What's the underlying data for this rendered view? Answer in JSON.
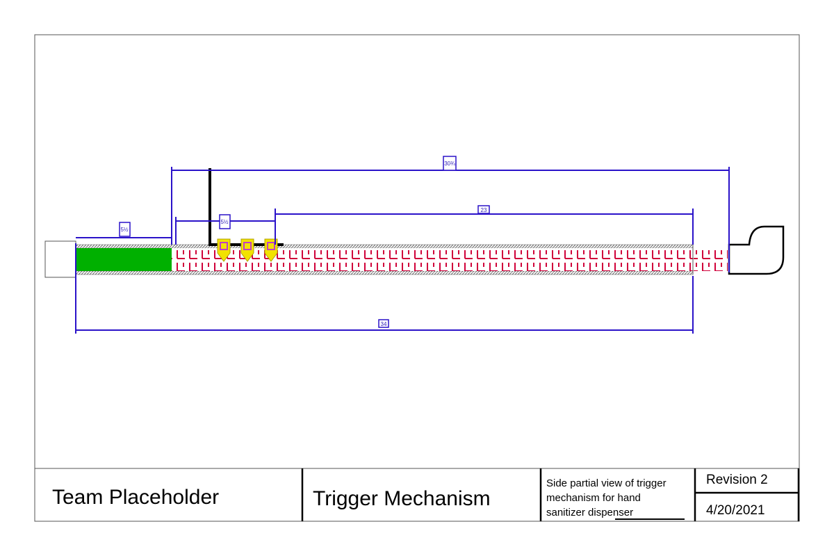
{
  "title_block": {
    "team": "Team Placeholder",
    "part_name": "Trigger Mechanism",
    "description_lines": [
      "Side partial view of trigger",
      "mechanism for hand",
      "sanitizer dispenser"
    ],
    "revision": "Revision 2",
    "date": "4/20/2021"
  },
  "dimensions": {
    "overall": "34",
    "upper": "30¾",
    "right_span": "23",
    "left_span": "5½",
    "mid_span": "5½"
  },
  "colors": {
    "dimension": "#2a12c9",
    "filler": "#00b000",
    "brick": "#d0003a",
    "trigger": "#f2e200",
    "trigger_slot": "#c040c0",
    "hatch": "#666666",
    "outline": "#000000"
  }
}
